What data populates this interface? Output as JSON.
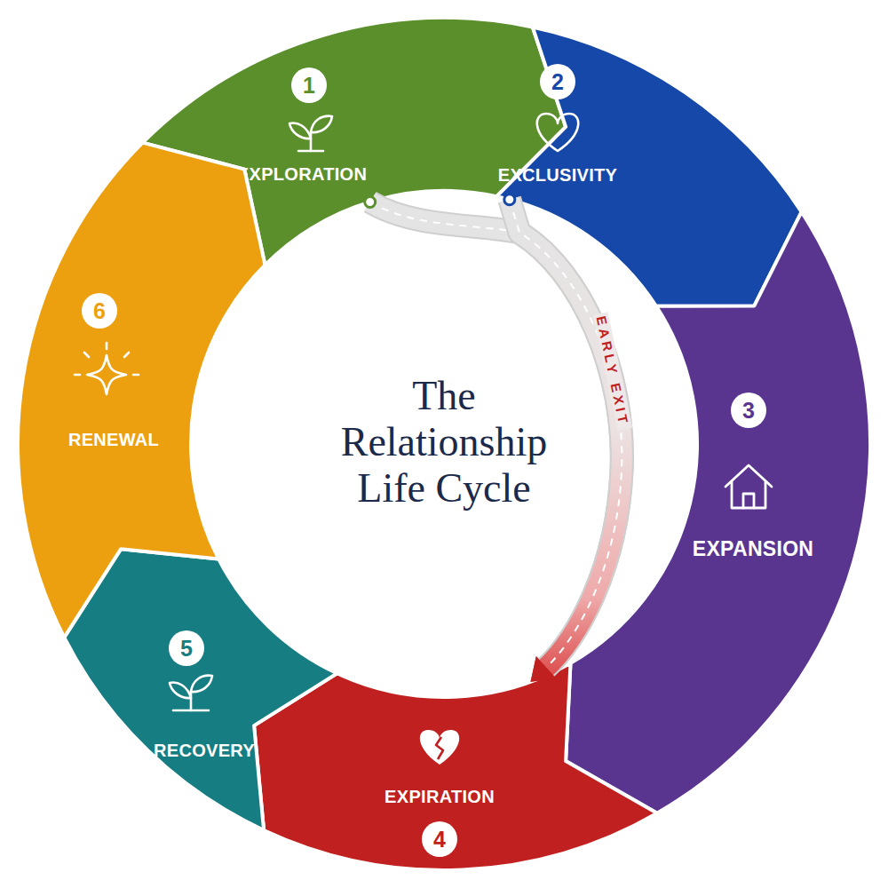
{
  "diagram": {
    "title": "The Relationship Life Cycle",
    "nodes": [
      {
        "text": [
          "1",
          "EXPLORATION"
        ]
      },
      {
        "text": [
          "2",
          "EXCLUSIVITY"
        ]
      },
      {
        "text": [
          "3",
          "EXPANSION"
        ]
      },
      {
        "text": [
          "EXPIRATION",
          "4"
        ]
      },
      {
        "text": [
          "5",
          "RECOVERY"
        ]
      },
      {
        "text": [
          "6",
          "RENEWAL"
        ]
      }
    ],
    "edges": [
      {
        "from": 0,
        "to": 3,
        "arrow": "to",
        "label": "EARLY EXIT"
      },
      {
        "from": 1,
        "to": 3,
        "arrow": "to"
      }
    ]
  }
}
